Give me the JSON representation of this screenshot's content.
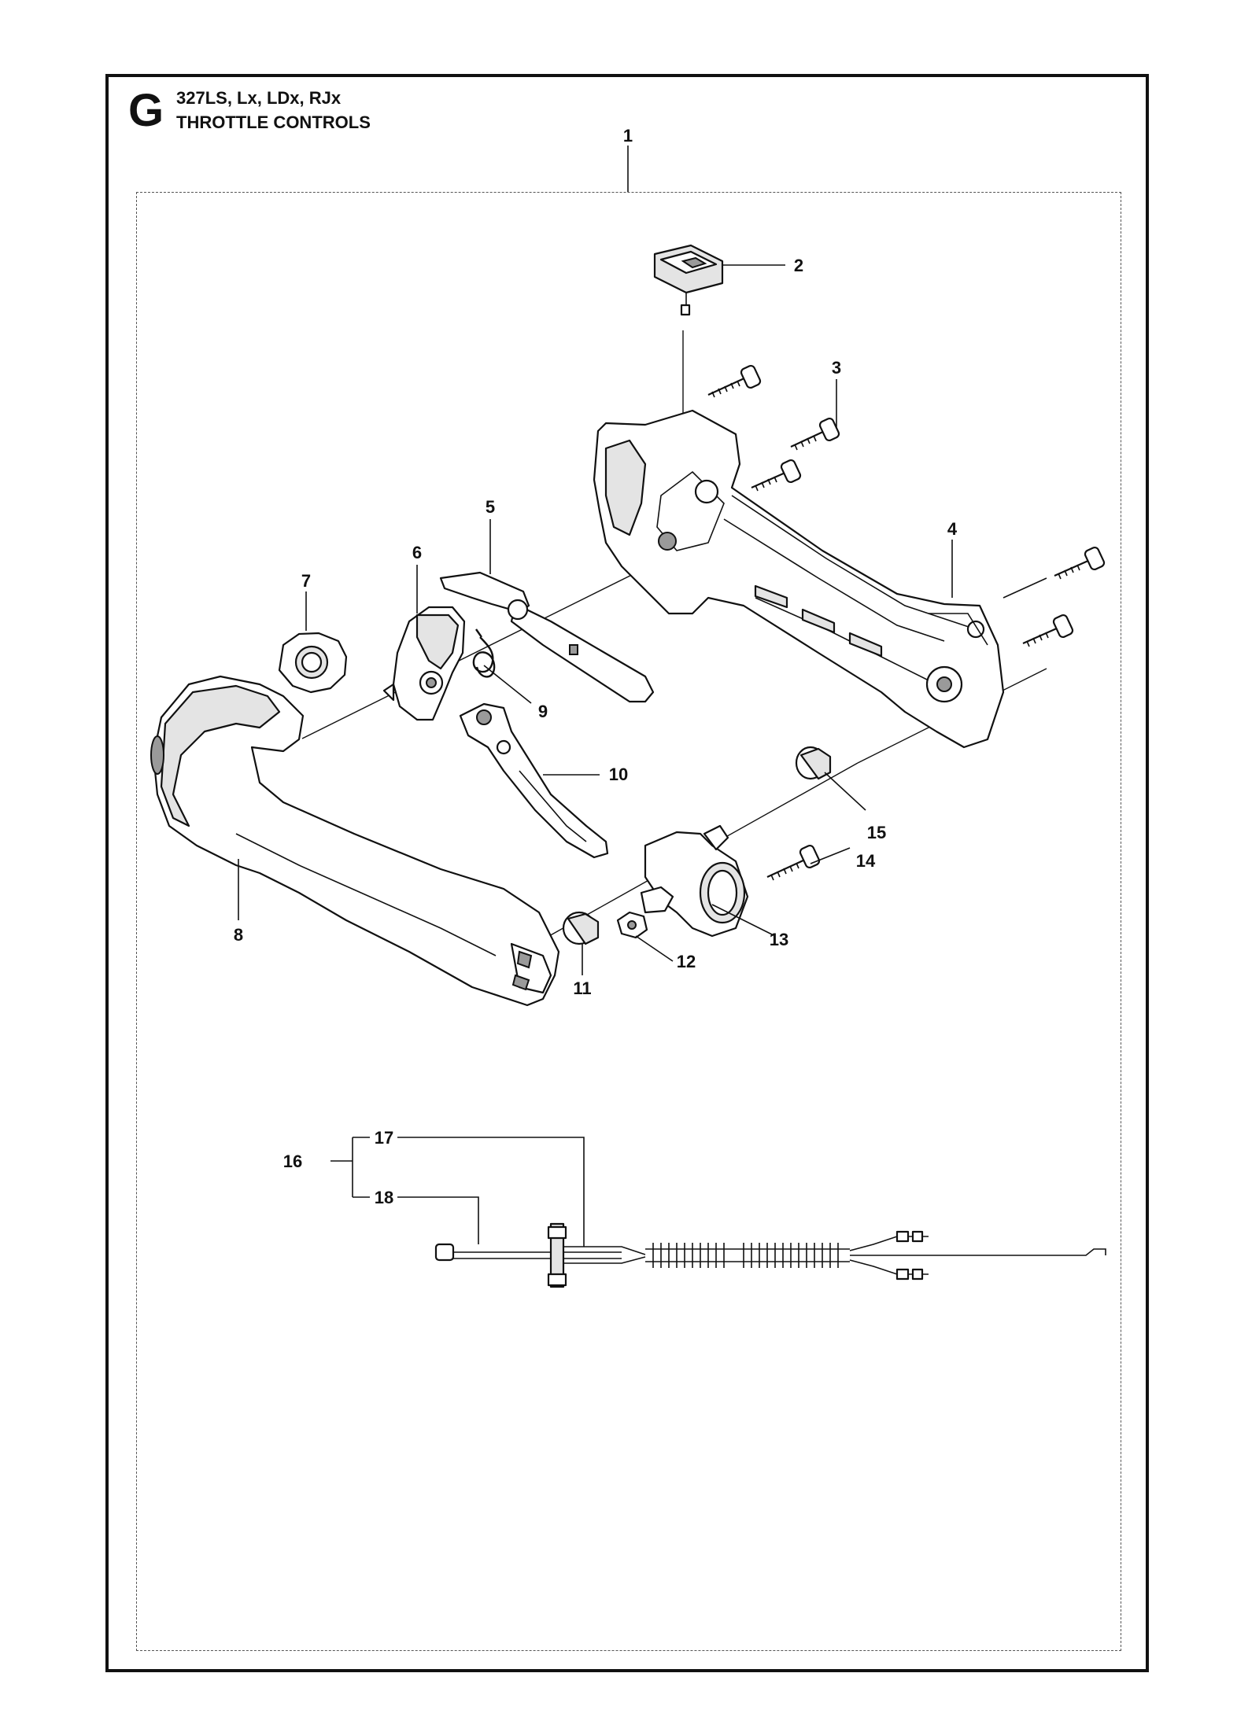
{
  "header": {
    "section_letter": "G",
    "models": "327LS, Lx, LDx, RJx",
    "title": "THROTTLE CONTROLS"
  },
  "callouts": [
    "1",
    "2",
    "3",
    "4",
    "5",
    "6",
    "7",
    "8",
    "9",
    "10",
    "11",
    "12",
    "13",
    "14",
    "15",
    "16",
    "17",
    "18"
  ]
}
